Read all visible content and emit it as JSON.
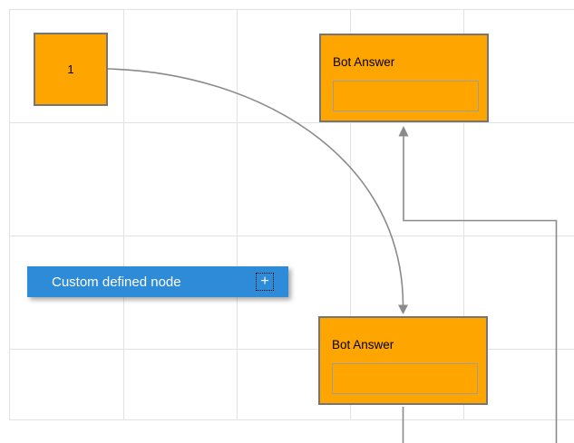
{
  "diagram": {
    "nodes": {
      "start": {
        "label": "1",
        "shape": "square",
        "fill": "#FFA500"
      },
      "bot_answer_top": {
        "title": "Bot Answer",
        "fill": "#FFA500",
        "has_empty_input": true
      },
      "bot_answer_bottom": {
        "title": "Bot Answer",
        "fill": "#FFA500",
        "has_empty_input": true
      },
      "custom": {
        "label": "Custom defined node",
        "fill": "#2E8BD8",
        "plus_glyph": "+"
      }
    },
    "connectors": [
      {
        "type": "bezier",
        "from": "start",
        "to": "bot_answer_bottom",
        "arrow": "target",
        "color": "#8a8a8a"
      },
      {
        "type": "orthogonal",
        "to": "bot_answer_top",
        "arrow": "target",
        "color": "#8a8a8a"
      },
      {
        "type": "straight",
        "from": "bot_answer_bottom",
        "direction": "down-offscreen",
        "color": "#8a8a8a"
      }
    ],
    "colors": {
      "node_orange": "#FFA500",
      "node_border": "#757575",
      "inner_box_border": "#9e9e9e",
      "custom_blue": "#2E8BD8",
      "connector_gray": "#8a8a8a",
      "grid_gray": "#e2e2e2",
      "background": "#ffffff"
    }
  }
}
